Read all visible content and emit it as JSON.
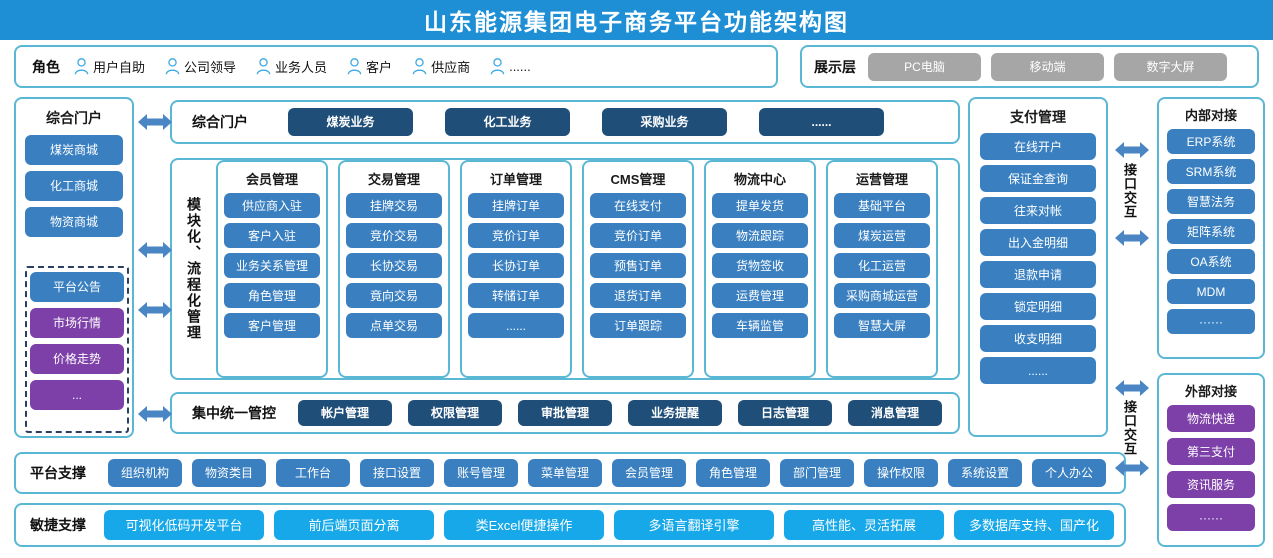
{
  "title": "山东能源集团电子商务平台功能架构图",
  "roles": {
    "label": "角色",
    "items": [
      "用户自助",
      "公司领导",
      "业务人员",
      "客户",
      "供应商",
      "......"
    ],
    "icon": "person-icon"
  },
  "display_layer": {
    "label": "展示层",
    "items": [
      "PC电脑",
      "移动端",
      "数字大屏"
    ]
  },
  "portal_column": {
    "title": "综合门户",
    "items": [
      {
        "label": "煤炭商城",
        "color": "blue"
      },
      {
        "label": "化工商城",
        "color": "blue"
      },
      {
        "label": "物资商城",
        "color": "blue"
      }
    ],
    "dashed_items": [
      {
        "label": "平台公告",
        "color": "blue"
      },
      {
        "label": "市场行情",
        "color": "purple"
      },
      {
        "label": "价格走势",
        "color": "purple"
      },
      {
        "label": "...",
        "color": "purple"
      }
    ]
  },
  "center_portal": {
    "label": "综合门户",
    "items": [
      "煤炭业务",
      "化工业务",
      "采购业务",
      "......"
    ]
  },
  "module_block": {
    "vertical_label": "模块化、流程化管理",
    "columns": [
      {
        "title": "会员管理",
        "items": [
          "供应商入驻",
          "客户入驻",
          "业务关系管理",
          "角色管理",
          "客户管理"
        ]
      },
      {
        "title": "交易管理",
        "items": [
          "挂牌交易",
          "竞价交易",
          "长协交易",
          "竟向交易",
          "点单交易"
        ]
      },
      {
        "title": "订单管理",
        "items": [
          "挂牌订单",
          "竞价订单",
          "长协订单",
          "转储订单",
          "......"
        ]
      },
      {
        "title": "CMS管理",
        "items": [
          "在线支付",
          "竞价订单",
          "预售订单",
          "退货订单",
          "订单跟踪"
        ]
      },
      {
        "title": "物流中心",
        "items": [
          "提单发货",
          "物流跟踪",
          "货物签收",
          "运费管理",
          "车辆监管"
        ]
      },
      {
        "title": "运营管理",
        "items": [
          "基础平台",
          "煤炭运营",
          "化工运营",
          "采购商城运营",
          "智慧大屏"
        ]
      }
    ]
  },
  "control_row": {
    "label": "集中统一管控",
    "items": [
      "帐户管理",
      "权限管理",
      "审批管理",
      "业务提醒",
      "日志管理",
      "消息管理"
    ]
  },
  "platform_support": {
    "label": "平台支撑",
    "items": [
      "组织机构",
      "物资类目",
      "工作台",
      "接口设置",
      "账号管理",
      "菜单管理",
      "会员管理",
      "角色管理",
      "部门管理",
      "操作权限",
      "系统设置",
      "个人办公"
    ]
  },
  "agile_support": {
    "label": "敏捷支撑",
    "items": [
      "可视化低码开发平台",
      "前后端页面分离",
      "类Excel便捷操作",
      "多语言翻译引擎",
      "高性能、灵活拓展",
      "多数据库支持、国产化"
    ]
  },
  "payment": {
    "title": "支付管理",
    "items": [
      "在线开户",
      "保证金查询",
      "往来对帐",
      "出入金明细",
      "退款申请",
      "锁定明细",
      "收支明细",
      "......"
    ]
  },
  "internal_docking": {
    "title": "内部对接",
    "items": [
      "ERP系统",
      "SRM系统",
      "智慧法务",
      "矩阵系统",
      "OA系统",
      "MDM",
      "······"
    ]
  },
  "external_docking": {
    "title": "外部对接",
    "items": [
      "物流快递",
      "第三支付",
      "资讯服务",
      "······"
    ]
  },
  "interface_labels": [
    "接口交互",
    "接口交互"
  ],
  "colors": {
    "title_bar": "#1e8fd5",
    "panel_border": "#5bb8d4",
    "chip_blue": "#3a80c1",
    "chip_navy": "#1f4e79",
    "chip_purple": "#7d3fa8",
    "chip_cyan": "#16a8e8",
    "chip_gray": "#a6a6a6",
    "arrow": "#4a86c4",
    "dashed_border": "#2b3f63"
  }
}
